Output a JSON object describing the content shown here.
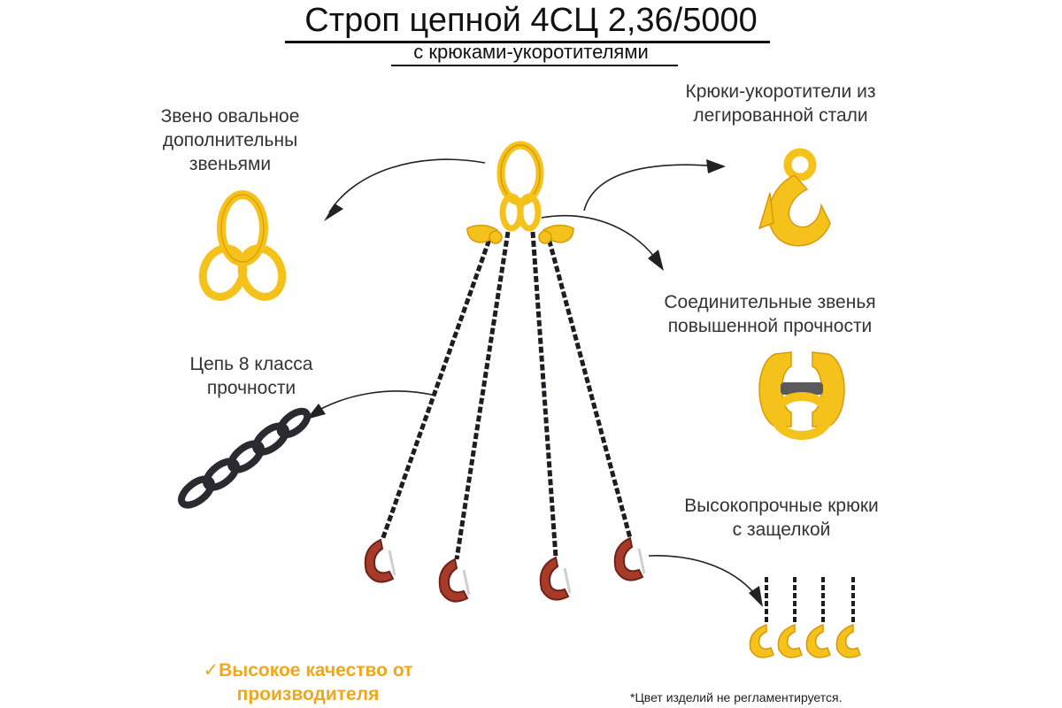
{
  "header": {
    "title": "Строп цепной 4СЦ 2,36/5000",
    "subtitle": "с крюками-укоротителями"
  },
  "features": {
    "oval_link": [
      "Звено овальное",
      "дополнительны",
      "звеньями"
    ],
    "shortening_hooks": [
      "Крюки-укоротители из",
      "легированной стали"
    ],
    "connecting_links": [
      "Соединительные звенья",
      "повышенной прочности"
    ],
    "chain_grade": [
      "Цепь 8 класса",
      "прочности"
    ],
    "latch_hooks": [
      "Высокопрочные крюки",
      "с защелкой"
    ]
  },
  "footer": {
    "quality": [
      "✓Высокое качество от",
      "производителя"
    ],
    "note": "*Цвет изделий не регламентируется."
  },
  "colors": {
    "yellow": "#f4c21a",
    "yellow_dark": "#d99a0a",
    "chain": "#1e1e22",
    "hook_red": "#a83a2a",
    "quality_text": "#f0a81a"
  },
  "icons": [
    "master-link-icon",
    "shortening-hook-icon",
    "connecting-link-icon",
    "chain-icon",
    "latch-hooks-icon",
    "sling-icon"
  ]
}
